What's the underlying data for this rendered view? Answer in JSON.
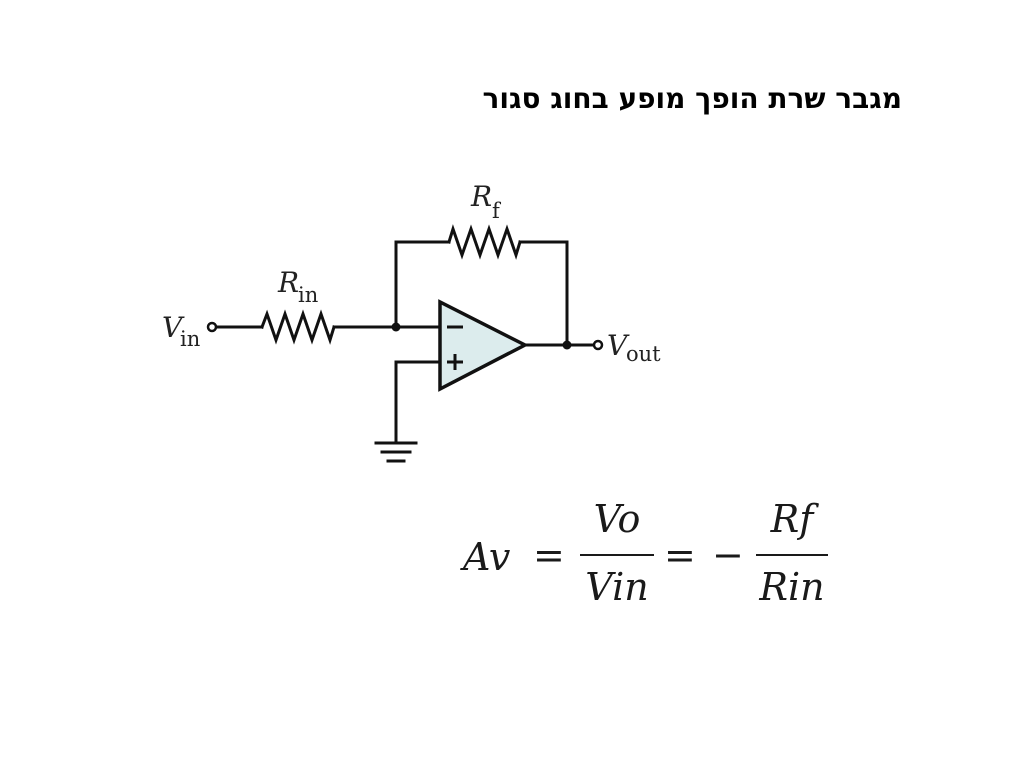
{
  "slide": {
    "title": "מגבר שרת הופך מופע בחוג סגור"
  },
  "circuit": {
    "labels": {
      "vin_main": "V",
      "vin_sub": "in",
      "rin_main": "R",
      "rin_sub": "in",
      "rf_main": "R",
      "rf_sub": "f",
      "vout_main": "V",
      "vout_sub": "out",
      "minus": "−",
      "plus": "+"
    },
    "colors": {
      "opamp_fill": "#dceced",
      "wire": "#111111"
    }
  },
  "formula": {
    "lhs": "Av",
    "eq": "=",
    "frac1_num": "Vo",
    "frac1_den": "Vin",
    "minus": "−",
    "frac2_num": "Rf",
    "frac2_den": "Rin"
  }
}
